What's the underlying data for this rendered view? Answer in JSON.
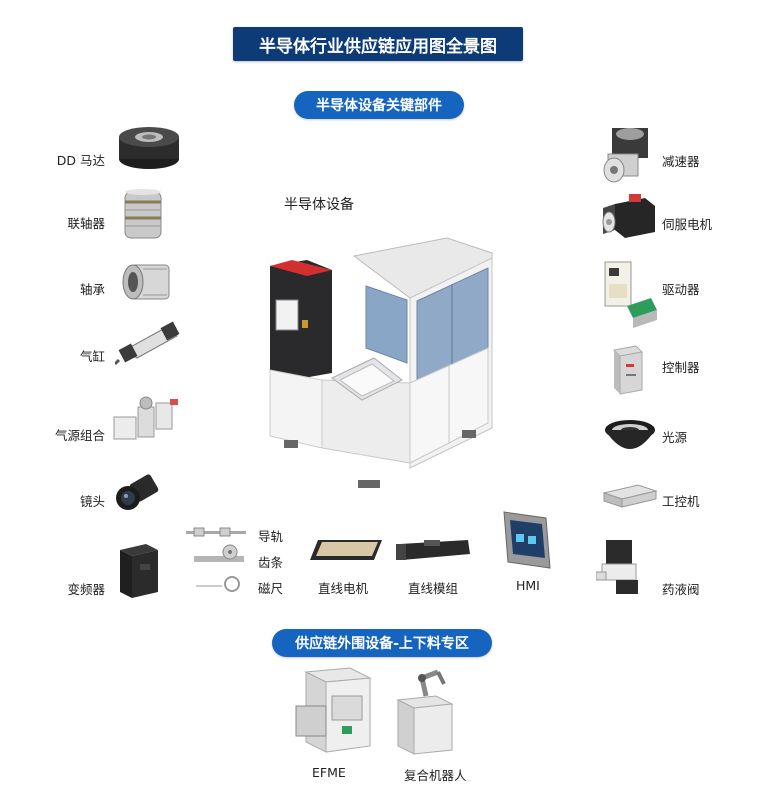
{
  "title": "半导体行业供应链应用图全景图",
  "section_key_parts": "半导体设备关键部件",
  "equipment_label": "半导体设备",
  "section_peripheral": "供应链外围设备-上下料专区",
  "left_parts": [
    {
      "label": "DD 马达",
      "icon": "dd-motor-icon"
    },
    {
      "label": "联轴器",
      "icon": "coupling-icon"
    },
    {
      "label": "轴承",
      "icon": "bearing-icon"
    },
    {
      "label": "气缸",
      "icon": "air-cylinder-icon"
    },
    {
      "label": "气源组合",
      "icon": "air-source-unit-icon"
    },
    {
      "label": "镜头",
      "icon": "lens-icon"
    },
    {
      "label": "变频器",
      "icon": "inverter-icon"
    }
  ],
  "right_parts": [
    {
      "label": "减速器",
      "icon": "reducer-icon"
    },
    {
      "label": "伺服电机",
      "icon": "servo-motor-icon"
    },
    {
      "label": "驱动器",
      "icon": "driver-icon"
    },
    {
      "label": "控制器",
      "icon": "controller-icon"
    },
    {
      "label": "光源",
      "icon": "light-source-icon"
    },
    {
      "label": "工控机",
      "icon": "industrial-pc-icon"
    },
    {
      "label": "药液阀",
      "icon": "chemical-valve-icon"
    }
  ],
  "bottom_parts": {
    "guide_rail": "导轨",
    "rack": "齿条",
    "magnetic_scale": "磁尺",
    "linear_motor": "直线电机",
    "linear_module": "直线模组",
    "hmi": "HMI"
  },
  "peripheral": [
    {
      "label": "EFME",
      "icon": "efme-icon"
    },
    {
      "label": "复合机器人",
      "icon": "composite-robot-icon"
    }
  ],
  "colors": {
    "banner": "#0d3b78",
    "pill": "#1565c0"
  }
}
